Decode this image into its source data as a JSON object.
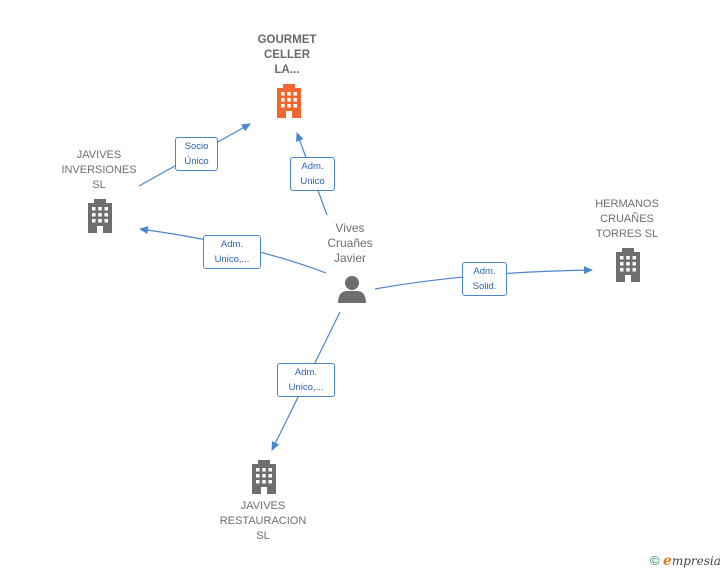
{
  "nodes": {
    "gourmet": {
      "label": "GOURMET\nCELLER\nLA...",
      "color": "#f2662f"
    },
    "javives_inv": {
      "label": "JAVIVES\nINVERSIONES\nSL",
      "color": "#6e6e6e"
    },
    "hermanos": {
      "label": "HERMANOS\nCRUAÑES\nTORRES  SL",
      "color": "#6e6e6e"
    },
    "javives_rest": {
      "label": "JAVIVES\nRESTAURACION\nSL",
      "color": "#6e6e6e"
    },
    "person": {
      "label": "Vives\nCruañes\nJavier",
      "color": "#6e6e6e"
    }
  },
  "edges": {
    "socio_unico": {
      "label": "Socio\nÚnico"
    },
    "adm_unico_gourmet": {
      "label": "Adm.\nUnico"
    },
    "adm_unico_inv": {
      "label": "Adm.\nUnico,..."
    },
    "adm_solid": {
      "label": "Adm.\nSolid."
    },
    "adm_unico_rest": {
      "label": "Adm.\nUnico,..."
    }
  },
  "colors": {
    "edge": "#4a86cf",
    "building_gray": "#6e6e6e",
    "building_orange": "#f2662f"
  },
  "footer": {
    "copyright": "©",
    "brand_initial": "e",
    "brand_rest": "mpresia"
  }
}
